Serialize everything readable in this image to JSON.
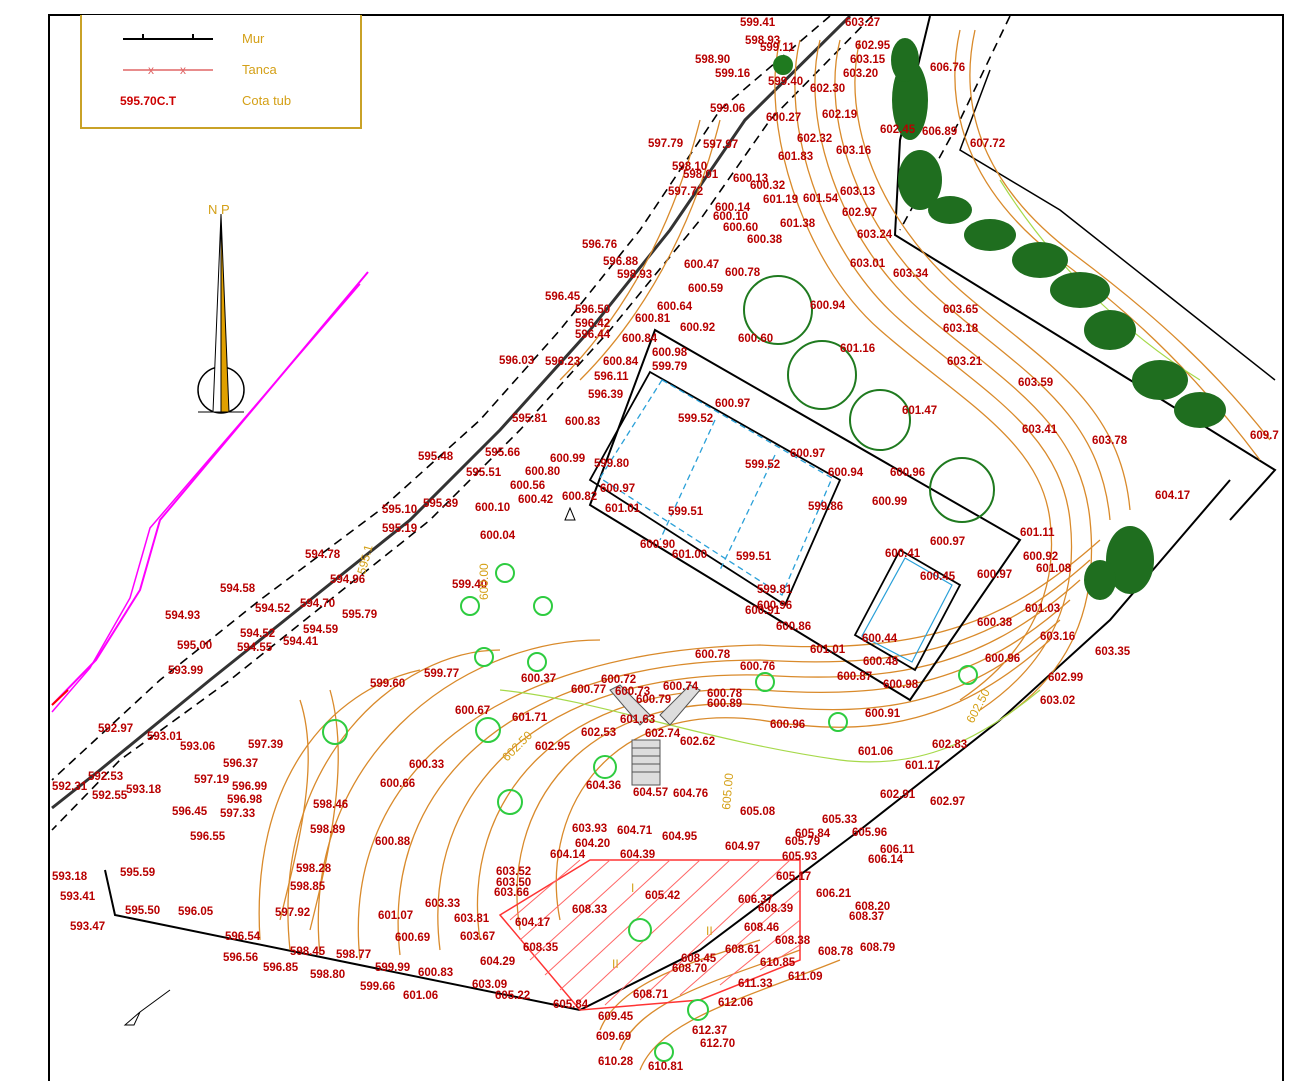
{
  "legend": {
    "wall_label": "Mur",
    "fence_label": "Tanca",
    "cota_sample": "595.70C.T",
    "cota_label": "Cota tub"
  },
  "north": {
    "label": "N P"
  },
  "colors": {
    "elevation": "#b80000",
    "contour": "#d98a2b",
    "contour_label": "#d4a017",
    "tree": "#1f7a1f",
    "road": "#000000",
    "fence": "#e06666",
    "boundary": "#ff00ff",
    "pool": "#2aa0d8"
  },
  "contour_labels": [
    "595.1",
    "600.00",
    "602.50",
    "605.00",
    "602.50"
  ],
  "sector_labels": [
    "I",
    "II",
    "II"
  ],
  "elevations": [
    "599.41",
    "603.27",
    "598.93",
    "599.11",
    "602.95",
    "603.15",
    "598.90",
    "599.16",
    "599.40",
    "603.20",
    "606.76",
    "602.30",
    "599.06",
    "600.27",
    "602.19",
    "602.45",
    "606.89",
    "597.79",
    "597.97",
    "602.32",
    "601.83",
    "603.16",
    "607.72",
    "598.10",
    "598.01",
    "600.13",
    "600.32",
    "603.13",
    "597.72",
    "600.14",
    "601.19",
    "601.54",
    "602.97",
    "600.10",
    "601.38",
    "600.60",
    "600.38",
    "603.24",
    "596.76",
    "596.88",
    "600.47",
    "600.78",
    "603.01",
    "603.34",
    "598.93",
    "600.59",
    "596.45",
    "600.64",
    "600.94",
    "603.65",
    "596.50",
    "596.42",
    "600.81",
    "600.92",
    "603.18",
    "596.44",
    "600.84",
    "600.60",
    "596.03",
    "596.23",
    "600.84",
    "600.98",
    "601.16",
    "603.21",
    "596.11",
    "599.79",
    "603.59",
    "596.39",
    "600.83",
    "600.97",
    "599.52",
    "601.47",
    "603.41",
    "603.78",
    "609.7",
    "595.81",
    "600.97",
    "595.48",
    "595.66",
    "600.99",
    "599.80",
    "599.52",
    "600.94",
    "600.96",
    "595.51",
    "600.80",
    "600.56",
    "600.97",
    "600.42",
    "600.82",
    "599.86",
    "600.99",
    "604.17",
    "595.10",
    "595.39",
    "600.10",
    "601.01",
    "599.51",
    "601.11",
    "595.19",
    "600.04",
    "600.90",
    "601.00",
    "599.51",
    "600.41",
    "600.97",
    "600.92",
    "601.08",
    "594.78",
    "594.96",
    "600.45",
    "600.97",
    "599.40",
    "599.81",
    "594.58",
    "594.52",
    "594.70",
    "595.79",
    "600.96",
    "600.91",
    "601.03",
    "594.93",
    "594.52",
    "594.59",
    "600.86",
    "600.38",
    "603.16",
    "595.00",
    "594.41",
    "600.44",
    "601.01",
    "600.78",
    "600.76",
    "600.48",
    "603.35",
    "593.99",
    "594.55",
    "600.87",
    "600.98",
    "600.96",
    "599.77",
    "600.37",
    "600.72",
    "600.73",
    "600.74",
    "600.78",
    "600.77",
    "600.79",
    "600.89",
    "602.99",
    "599.60",
    "600.67",
    "601.71",
    "601.63",
    "600.96",
    "603.02",
    "592.97",
    "597.39",
    "602.53",
    "602.74",
    "602.62",
    "600.91",
    "601.06",
    "602.83",
    "593.01",
    "593.06",
    "596.37",
    "600.33",
    "602.95",
    "604.36",
    "604.57",
    "604.76",
    "601.17",
    "592.31",
    "592.53",
    "597.19",
    "596.99",
    "600.66",
    "605.08",
    "602.91",
    "602.97",
    "592.55",
    "593.18",
    "596.98",
    "598.46",
    "605.33",
    "596.45",
    "597.33",
    "598.89",
    "603.93",
    "604.71",
    "604.95",
    "605.84",
    "605.96",
    "596.55",
    "600.88",
    "604.20",
    "604.97",
    "605.79",
    "606.11",
    "593.18",
    "604.14",
    "604.39",
    "605.93",
    "606.14",
    "595.59",
    "598.28",
    "603.52",
    "605.17",
    "593.41",
    "598.85",
    "603.50",
    "605.42",
    "606.21",
    "595.50",
    "596.05",
    "597.92",
    "603.66",
    "608.33",
    "606.37",
    "608.20",
    "593.47",
    "601.07",
    "603.33",
    "604.17",
    "608.39",
    "608.37",
    "603.81",
    "608.46",
    "596.54",
    "600.69",
    "603.67",
    "608.35",
    "608.38",
    "608.78",
    "608.79",
    "596.56",
    "598.45",
    "598.77",
    "608.61",
    "608.45",
    "610.85",
    "596.85",
    "598.80",
    "599.99",
    "604.29",
    "608.70",
    "611.09",
    "599.66",
    "600.83",
    "603.09",
    "611.33",
    "601.06",
    "605.22",
    "608.71",
    "612.06",
    "605.84",
    "609.45",
    "612.37",
    "609.69",
    "612.70",
    "610.28",
    "610.81"
  ]
}
